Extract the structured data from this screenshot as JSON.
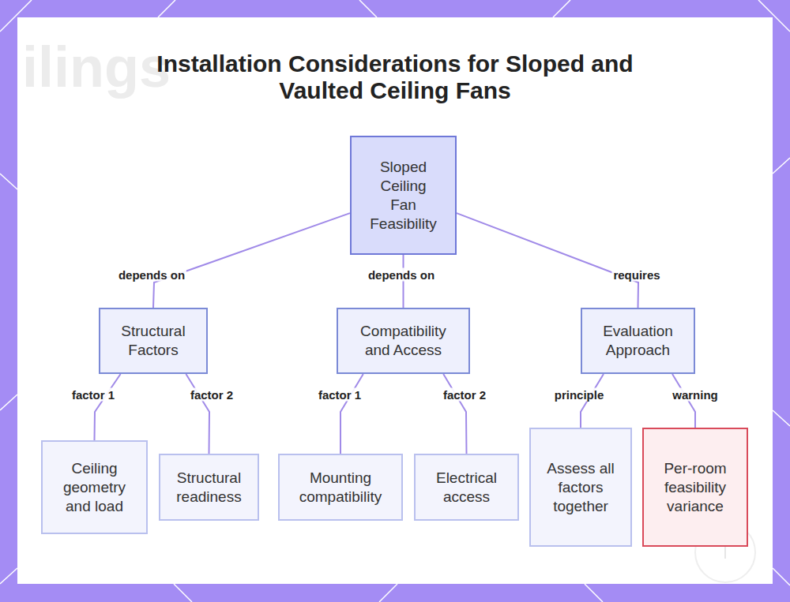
{
  "diagram": {
    "title": "Installation Considerations for Sloped and Vaulted Ceiling Fans",
    "nodes": [
      {
        "text": [
          "Sloped Ceiling Fan Feasibility"
        ]
      },
      {
        "text": [
          "Structural Factors"
        ]
      },
      {
        "text": [
          "Compatibility and Access"
        ]
      },
      {
        "text": [
          "Evaluation Approach"
        ]
      },
      {
        "text": [
          "Ceiling geometry and load"
        ]
      },
      {
        "text": [
          "Structural readiness"
        ]
      },
      {
        "text": [
          "Mounting compatibility"
        ]
      },
      {
        "text": [
          "Electrical access"
        ]
      },
      {
        "text": [
          "Assess all factors together"
        ]
      },
      {
        "text": [
          "Per-room feasibility variance"
        ]
      }
    ],
    "edges": [
      {
        "from": 0,
        "to": 1,
        "label": "depends on",
        "arrow": "none"
      },
      {
        "from": 0,
        "to": 2,
        "label": "depends on",
        "arrow": "none"
      },
      {
        "from": 0,
        "to": 3,
        "label": "requires",
        "arrow": "none"
      },
      {
        "from": 1,
        "to": 4,
        "label": "factor 1",
        "arrow": "none"
      },
      {
        "from": 1,
        "to": 5,
        "label": "factor 2",
        "arrow": "none"
      },
      {
        "from": 2,
        "to": 6,
        "label": "factor 1",
        "arrow": "none"
      },
      {
        "from": 2,
        "to": 7,
        "label": "factor 2",
        "arrow": "none"
      },
      {
        "from": 3,
        "to": 8,
        "label": "principle",
        "arrow": "none"
      },
      {
        "from": 3,
        "to": 9,
        "label": "warning",
        "arrow": "none"
      }
    ],
    "labels": [
      "ilings"
    ]
  }
}
